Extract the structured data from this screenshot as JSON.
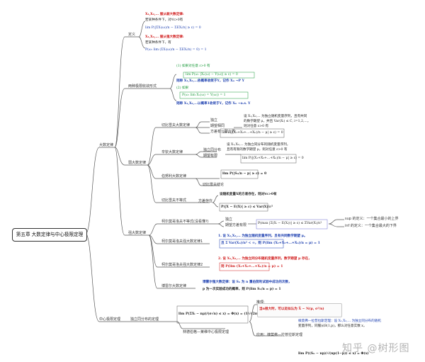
{
  "root": "第五章 大数定律与中心极限定理",
  "branches": {
    "lln": "大数定律",
    "clt": "中心极限定理"
  },
  "lln_nodes": {
    "definition": "定义",
    "convergence": "两种极限收敛形式",
    "weak": "弱大数定律",
    "strong": "强大数定律"
  },
  "weak_nodes": {
    "chebyshev": "切比雪夫大数定律",
    "khinchin": "辛钦大数定律",
    "bernoulli": "伯努利大数定律",
    "inequality": "切比雪夫不等式"
  },
  "strong_nodes": {
    "kolmogorov": "柯尔莫哥洛夫不等式(没看懂?)",
    "kolmogorov1": "柯尔莫哥洛夫强大数定律1",
    "kolmogorov2": "柯尔莫哥洛夫强大数定律2",
    "borel": "博雷尔大数定律"
  },
  "clt_nodes": {
    "iid": "独立同分布的定理",
    "lindeberg": "林德伯格—莱维中心极限定理"
  },
  "sub_labels": {
    "cheb1": "独立",
    "cheb2": "期望相同",
    "cheb3": "方差有一致上界",
    "khin1": "独立同分布",
    "khin2": "期望有限",
    "bern": "切比雪夫结论",
    "ineq": "方差存在",
    "kolmo1": "独立",
    "kolmo2": "期望方差有限",
    "clt_app": "推理:",
    "clt_approx": "应用：棣莫弗—拉普拉斯定理"
  },
  "formulas": {
    "def1": "X₁,X₂,... 服从弱大数定律:",
    "def2": "若某种条件下，对∀ε>0有",
    "def3": "lim P(|ΣXᵢ(ω)/n − ΣEXᵢ/n| ≥ ε) = 0",
    "def4": "X₁,X₂,... 服从强大数定律:",
    "def5": "若某种条件下，有",
    "def6": "P(ω: lim (ΣXᵢ(ω)/n − ΣEXᵢ/n) = 0) = 1",
    "conv1": "(1) 如果对任意 ε>0 有",
    "conv2": "lim P(ω: |Xₙ(ω) − Y(ω)| ≥ ε) = 0",
    "conv3": "则称 X₁,X₂,...依概率收敛于Y，记作 Xₙ →P Y",
    "conv4": "(2) 如果",
    "conv5": "P(ω: lim Xₙ(ω) = Y(ω)) = 1",
    "conv6": "则称 X₁,X₂,...以概率1收敛于Y，记作 Xₙ →a.s. Y",
    "cheb_a": "设 X₁,X₂,... 为独立随机变量序列，且有共同",
    "cheb_b": "的数学期望 μ，并且 Var(Xᵢ) ≤ C, i=1,2,...，",
    "cheb_c": "则对任意 ε>0 有",
    "cheb_d": "lim P(|(X₁+X₂+...+Xₙ)/n − μ| ≥ ε) = 0",
    "khin_a": "设 X₁,X₂,... 为独立同分布的随机变量序列，",
    "khin_b": "且有有限的数学期望 μ，则对任意 ε>0 有",
    "khin_c": "lim P(|(X₁+X₂+...+Xₙ)/n − μ| ≥ ε) = 0",
    "bern_a": "lim P(|Sₙ/n − p| ≥ ε) = 0",
    "ineq_a": "设随机变量X的方差存在，则对∀ε>0有",
    "ineq_b": "P(|X − E(X)| ≥ ε) ≤ Var(X)/ε²",
    "kolmo_a": "P(max |Σ(Xᵢ − E(Xᵢ))| ≥ ε) ≤ ΣVar(Xᵢ)/ε²",
    "kolmo_sup": "sup 的定义：一个集合最小的上界",
    "kolmo_inf": "inf 的定义：一个集合最大的下界",
    "k1_a": "1. 设 X₁,X₂,... 为独立随机变量序列，且有共同数学期望 μ。",
    "k1_b": "且 Σ Var(Xₙ)/n² < ∞，则 P(lim (X₁+X₂+...+Xₙ)/n = μ) = 1",
    "k2_a": "2. 设 X₁,X₂,... 为独立同分布随机变量序列，数学期望 μ 存在，",
    "k2_b": "则 P(lim (X₁+X₂+...+Xₙ)/n = μ) = 1",
    "borel_a": "博雷尔强大数定律：设 Sₙ 为 n 重伯努利试验中成功的次数，",
    "borel_b": "p 为一次实验成功的概率，则 P(lim Sₙ/n = p) = 1",
    "clt_a": "lim P(ΣXᵢ − nμ)/(σ√n) ≤ x) = Φ(x) = (1/√(2π)) ∫ e^(−t²/2) dt",
    "clt_b": "当n很大时，可以近似认为 X̄ ~ N(μ, σ²/n)",
    "clt_c": "棣莫弗—拉普拉斯定理：设 X₁,X₂,... 为独立同分布的随机",
    "clt_d": "变量序列，同服从B(1,p)，那么对任意实数 x，",
    "clt_e": "lim P((Sₙ − np)/√(np(1−p)) ≤ x) = Φ(x)"
  },
  "watermark": "知乎 @树形图",
  "colors": {
    "line": "#5a5a5a",
    "blue": "#1c3fb0",
    "red": "#d01818",
    "green": "#1a9a3a"
  }
}
